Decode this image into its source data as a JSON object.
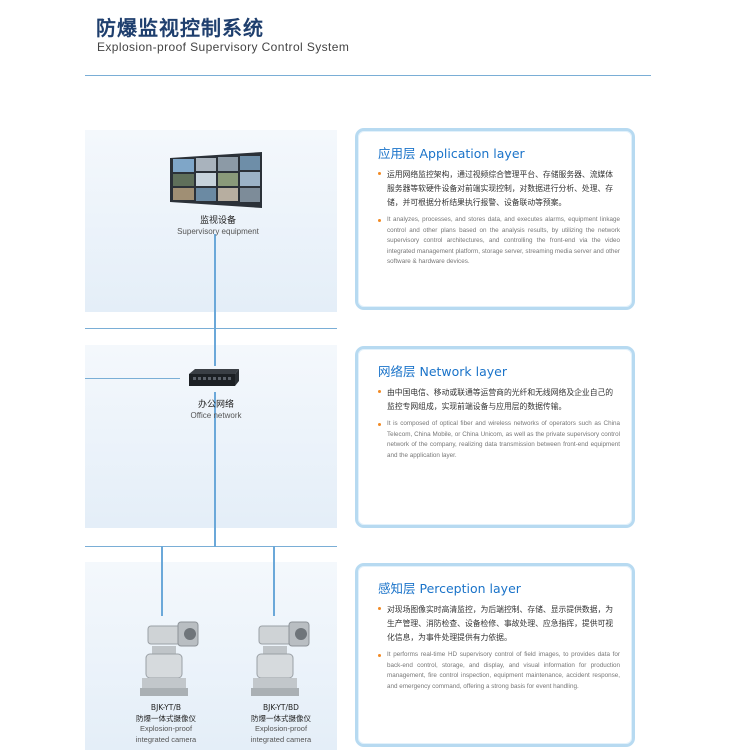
{
  "header": {
    "title_zh": "防爆监视控制系统",
    "title_en": "Explosion-proof Supervisory Control System"
  },
  "devices": {
    "supervisory": {
      "zh": "监视设备",
      "en": "Supervisory equipment"
    },
    "office": {
      "zh": "办公网络",
      "en": "Office network"
    },
    "camera1": {
      "model": "BJK-YT/B",
      "zh": "防爆一体式摄像仪",
      "en1": "Explosion-proof",
      "en2": "integrated camera"
    },
    "camera2": {
      "model": "BJK-YT/BD",
      "zh": "防爆一体式摄像仪",
      "en1": "Explosion-proof",
      "en2": "integrated camera"
    }
  },
  "layers": {
    "application": {
      "title": "应用层 Application layer",
      "zh": "运用网络监控架构，通过视频综合管理平台、存储服务器、流媒体服务器等软硬件设备对前端实现控制，对数据进行分析、处理、存储，并可根据分析结果执行报警、设备联动等预案。",
      "en": "It analyzes, processes, and stores data, and executes alarms, equipment linkage control and other plans based on the analysis results, by utilizing the network supervisory control architectures, and controlling the front-end via the video integrated management platform, storage server, streaming media server and other software & hardware devices."
    },
    "network": {
      "title": "网络层 Network layer",
      "zh": "由中国电信、移动或联通等运营商的光纤和无线网络及企业自己的监控专网组成，实现前端设备与应用层的数据传输。",
      "en": "It is composed of optical fiber and wireless networks of operators such as China Telecom, China Mobile, or China Unicom, as well as the private supervisory control network of the company, realizing data transmission between front-end equipment and the application layer."
    },
    "perception": {
      "title": "感知层 Perception layer",
      "zh": "对现场图像实时高清监控，为后端控制、存储、显示提供数据，为生产管理、消防检查、设备检修、事故处理、应急指挥，提供可视化信息，为事件处理提供有力依据。",
      "en": "It performs real-time HD supervisory control of field images, to provides data for back-end control, storage, and display, and visual information for production management, fire control inspection, equipment maintenance, accident response, and emergency command, offering a strong basis for event handling."
    }
  },
  "colors": {
    "accent": "#1a73c9",
    "bullet": "#f28a24",
    "line": "#6ba8d9",
    "border": "#b7daf1"
  }
}
